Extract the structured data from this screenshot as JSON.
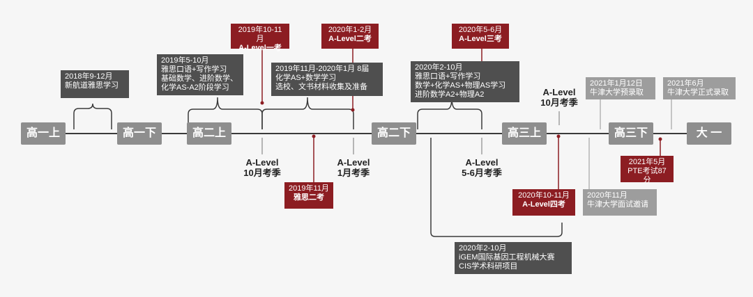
{
  "stages": [
    "高一上",
    "高一下",
    "高二上",
    "高二下",
    "高三上",
    "高三下",
    "大 一"
  ],
  "boxes": {
    "ielts_new": [
      "2018年9-12月",
      "新航道雅思学习"
    ],
    "spoken_2019": [
      "2019年5-10月",
      "雅思口语+写作学习",
      "基础数学、进阶数学、",
      "化学AS-A2阶段学习"
    ],
    "alevel_1": [
      "2019年10-11月",
      "A-Level一考"
    ],
    "study_2019_11": [
      "2019年11月-2020年1月 8届",
      "化学AS+数学学习",
      "选校、文书材料收集及准备"
    ],
    "alevel_2": [
      "2020年1-2月",
      "A-Level二考"
    ],
    "ielts_2": [
      "2019年11月",
      "雅思二考"
    ],
    "alevel_3": [
      "2020年5-6月",
      "A-Level三考"
    ],
    "study_2020": [
      "2020年2-10月",
      "雅思口语+写作学习",
      "数学+化学AS+物理AS学习",
      "进阶数学A2+物理A2"
    ],
    "igem": [
      "2020年2-10月",
      "iGEM国际基因工程机械大赛",
      "CIS学术科研项目"
    ],
    "alevel_4": [
      "2020年10-11月",
      "A-Level四考"
    ],
    "oxford_pre": [
      "2021年1月12日",
      "牛津大学预录取"
    ],
    "oxford_final": [
      "2021年6月",
      "牛津大学正式录取"
    ],
    "oxford_interview": [
      "2020年11月",
      "牛津大学面试邀请"
    ],
    "pte": [
      "2021年5月",
      "PTE考试87分"
    ]
  },
  "season_labels": {
    "oct_left": [
      "A-Level",
      "10月考季"
    ],
    "jan": [
      "A-Level",
      "1月考季"
    ],
    "may_jun": [
      "A-Level",
      "5-6月考季"
    ],
    "oct_right": [
      "A-Level",
      "10月考季"
    ]
  },
  "colors": {
    "dark": "#4f4f4f",
    "red": "#8c1d22",
    "gray": "#9d9d9d",
    "stage": "#8e8e8e",
    "line": "#3a3a3a"
  }
}
